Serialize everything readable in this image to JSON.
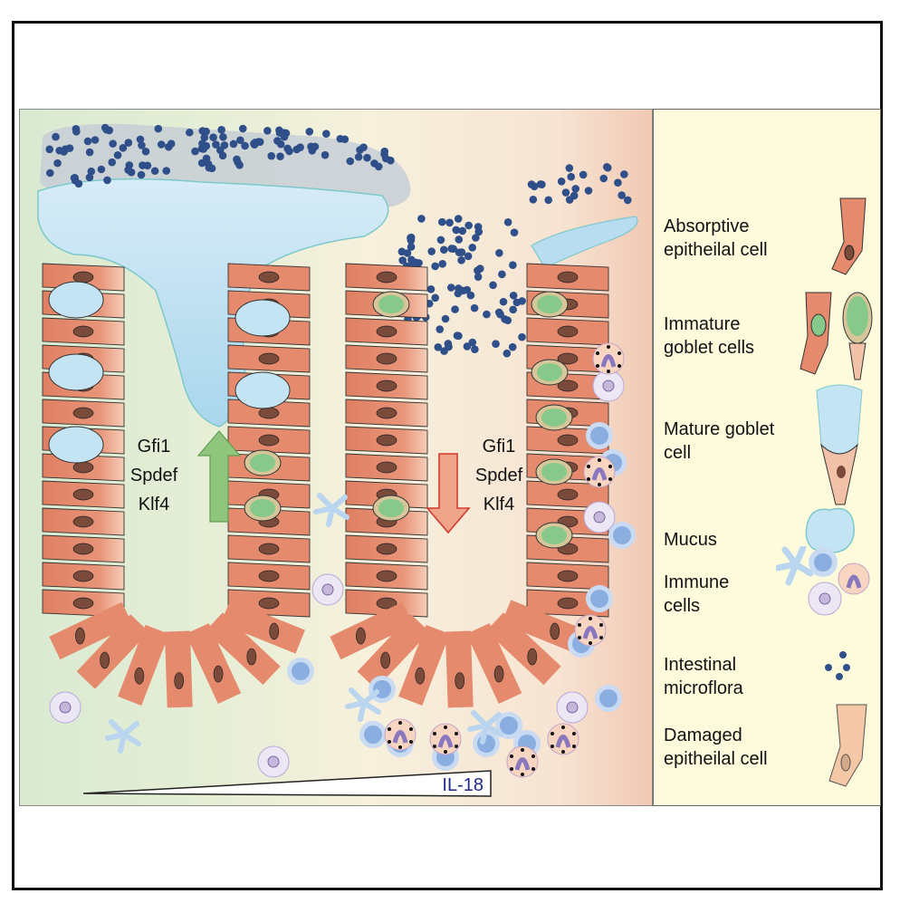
{
  "figure": {
    "type": "graphical-abstract",
    "left_crypt_genes": {
      "labels": [
        "Gfi1",
        "Spdef",
        "Klf4"
      ],
      "direction": "up",
      "arrow_color": "#8fc57c"
    },
    "right_crypt_genes": {
      "labels": [
        "Gfi1",
        "Spdef",
        "Klf4"
      ],
      "direction": "down",
      "arrow_color": "#e5947a"
    },
    "gradient_label": "IL-18",
    "colors": {
      "background_left": "#d9ead1",
      "background_right": "#f1c9b3",
      "absorptive_cell": "#e58a6d",
      "damaged_cell": "#f2c2a2",
      "goblet_granules": "#86c98a",
      "mucus": "#b8ddf0",
      "microflora": "#2f4f8a",
      "legend_background": "#fdfbdc"
    }
  },
  "legend": {
    "items": [
      {
        "label": "Absorptive\nepitheilal cell",
        "icon": "absorptive-cell-icon"
      },
      {
        "label": "Immature\ngoblet cells",
        "icon": "immature-goblet-cells-icon"
      },
      {
        "label": "Mature goblet\ncell",
        "icon": "mature-goblet-cell-icon"
      },
      {
        "label": "Mucus",
        "icon": "mucus-icon"
      },
      {
        "label": "Immune\ncells",
        "icon": "immune-cells-icon"
      },
      {
        "label": "Intestinal\nmicroflora",
        "icon": "microflora-icon"
      },
      {
        "label": "Damaged\nepitheilal cell",
        "icon": "damaged-cell-icon"
      }
    ]
  }
}
